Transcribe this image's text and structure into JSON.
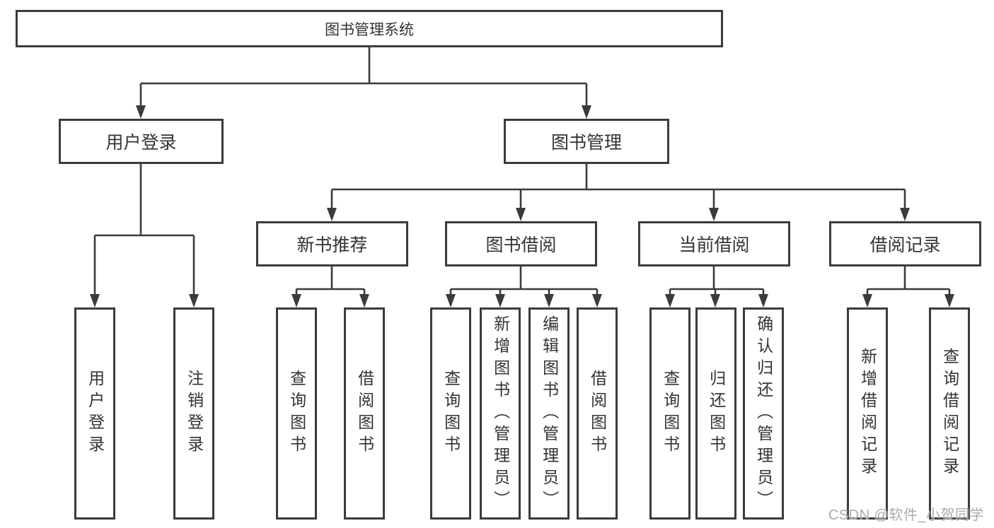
{
  "diagram": {
    "root": {
      "label": "图书管理系统"
    },
    "branches": [
      {
        "label": "用户登录",
        "leaves": [
          "用户登录",
          "注销登录"
        ]
      },
      {
        "label": "图书管理",
        "children": [
          {
            "label": "新书推荐",
            "leaves": [
              "查询图书",
              "借阅图书"
            ]
          },
          {
            "label": "图书借阅",
            "leaves": [
              "查询图书",
              "新增图书（管理员）",
              "编辑图书（管理员）",
              "借阅图书"
            ]
          },
          {
            "label": "当前借阅",
            "leaves": [
              "查询图书",
              "归还图书",
              "确认归还（管理员）"
            ]
          },
          {
            "label": "借阅记录",
            "leaves": [
              "新增借阅记录",
              "查询借阅记录"
            ]
          }
        ]
      }
    ],
    "colors": {
      "line": "#3b3b3b",
      "text": "#333333",
      "watermark": "#ababab"
    },
    "watermark": "CSDN @软件_小贺同学"
  }
}
